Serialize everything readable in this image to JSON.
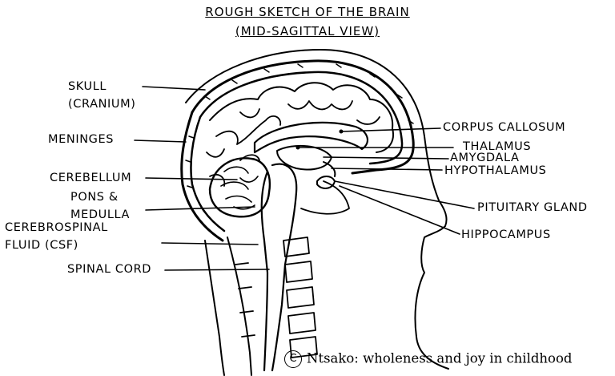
{
  "title": {
    "line1": "ROUGH SKETCH OF THE BRAIN",
    "line2": "(MID-SAGITTAL VIEW)"
  },
  "labels": {
    "skull_1": "SKULL",
    "skull_2": "(CRANIUM)",
    "meninges": "MENINGES",
    "cerebellum": "CEREBELLUM",
    "pons_1": "PONS &",
    "pons_2": "MEDULLA",
    "csf_1": "CEREBROSPINAL",
    "csf_2": "FLUID (CSF)",
    "spinal_cord": "SPINAL CORD",
    "corpus_callosum": "CORPUS CALLOSUM",
    "thalamus": "THALAMUS",
    "amygdala": "AMYGDALA",
    "hypothalamus": "HYPOTHALAMUS",
    "pituitary": "PITUITARY GLAND",
    "hippocampus": "HIPPOCAMPUS"
  },
  "footer": {
    "symbol": "C",
    "text": "Ntsako: wholeness and joy in childhood"
  }
}
